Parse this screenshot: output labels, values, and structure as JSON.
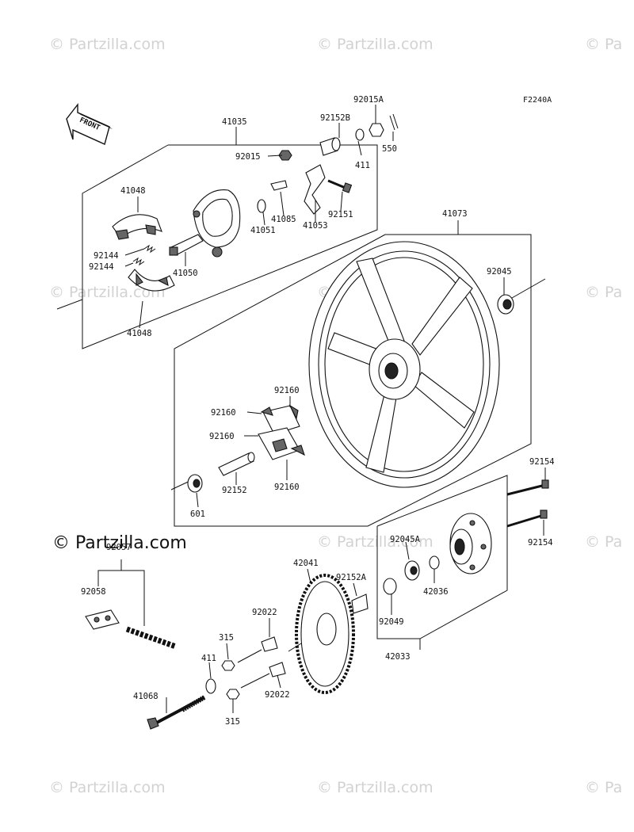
{
  "diagram_code": "F2240A",
  "front_label": "FRONT",
  "watermark_text": "© Partzilla.com",
  "watermark_text_cut": "© Pa",
  "watermark_dark_text": "© Partzilla.com",
  "parts": {
    "p41035": "41035",
    "p92015A": "92015A",
    "p92152B": "92152B",
    "p92015": "92015",
    "p411a": "411",
    "p550": "550",
    "p41048a": "41048",
    "p41085": "41085",
    "p41051": "41051",
    "p41053": "41053",
    "p92151": "92151",
    "p92144a": "92144",
    "p92144b": "92144",
    "p41050": "41050",
    "p41048b": "41048",
    "p41073": "41073",
    "p92045": "92045",
    "p92160a": "92160",
    "p92160b": "92160",
    "p92160c": "92160",
    "p92160d": "92160",
    "p92152": "92152",
    "p601": "601",
    "p92154a": "92154",
    "p92154b": "92154",
    "p92057": "92057",
    "p92058": "92058",
    "p42041": "42041",
    "p92045A": "92045A",
    "p92152A": "92152A",
    "p42036": "42036",
    "p92049": "92049",
    "p92022a": "92022",
    "p315a": "315",
    "p411b": "411",
    "p42033": "42033",
    "p41068": "41068",
    "p92022b": "92022",
    "p315b": "315"
  }
}
